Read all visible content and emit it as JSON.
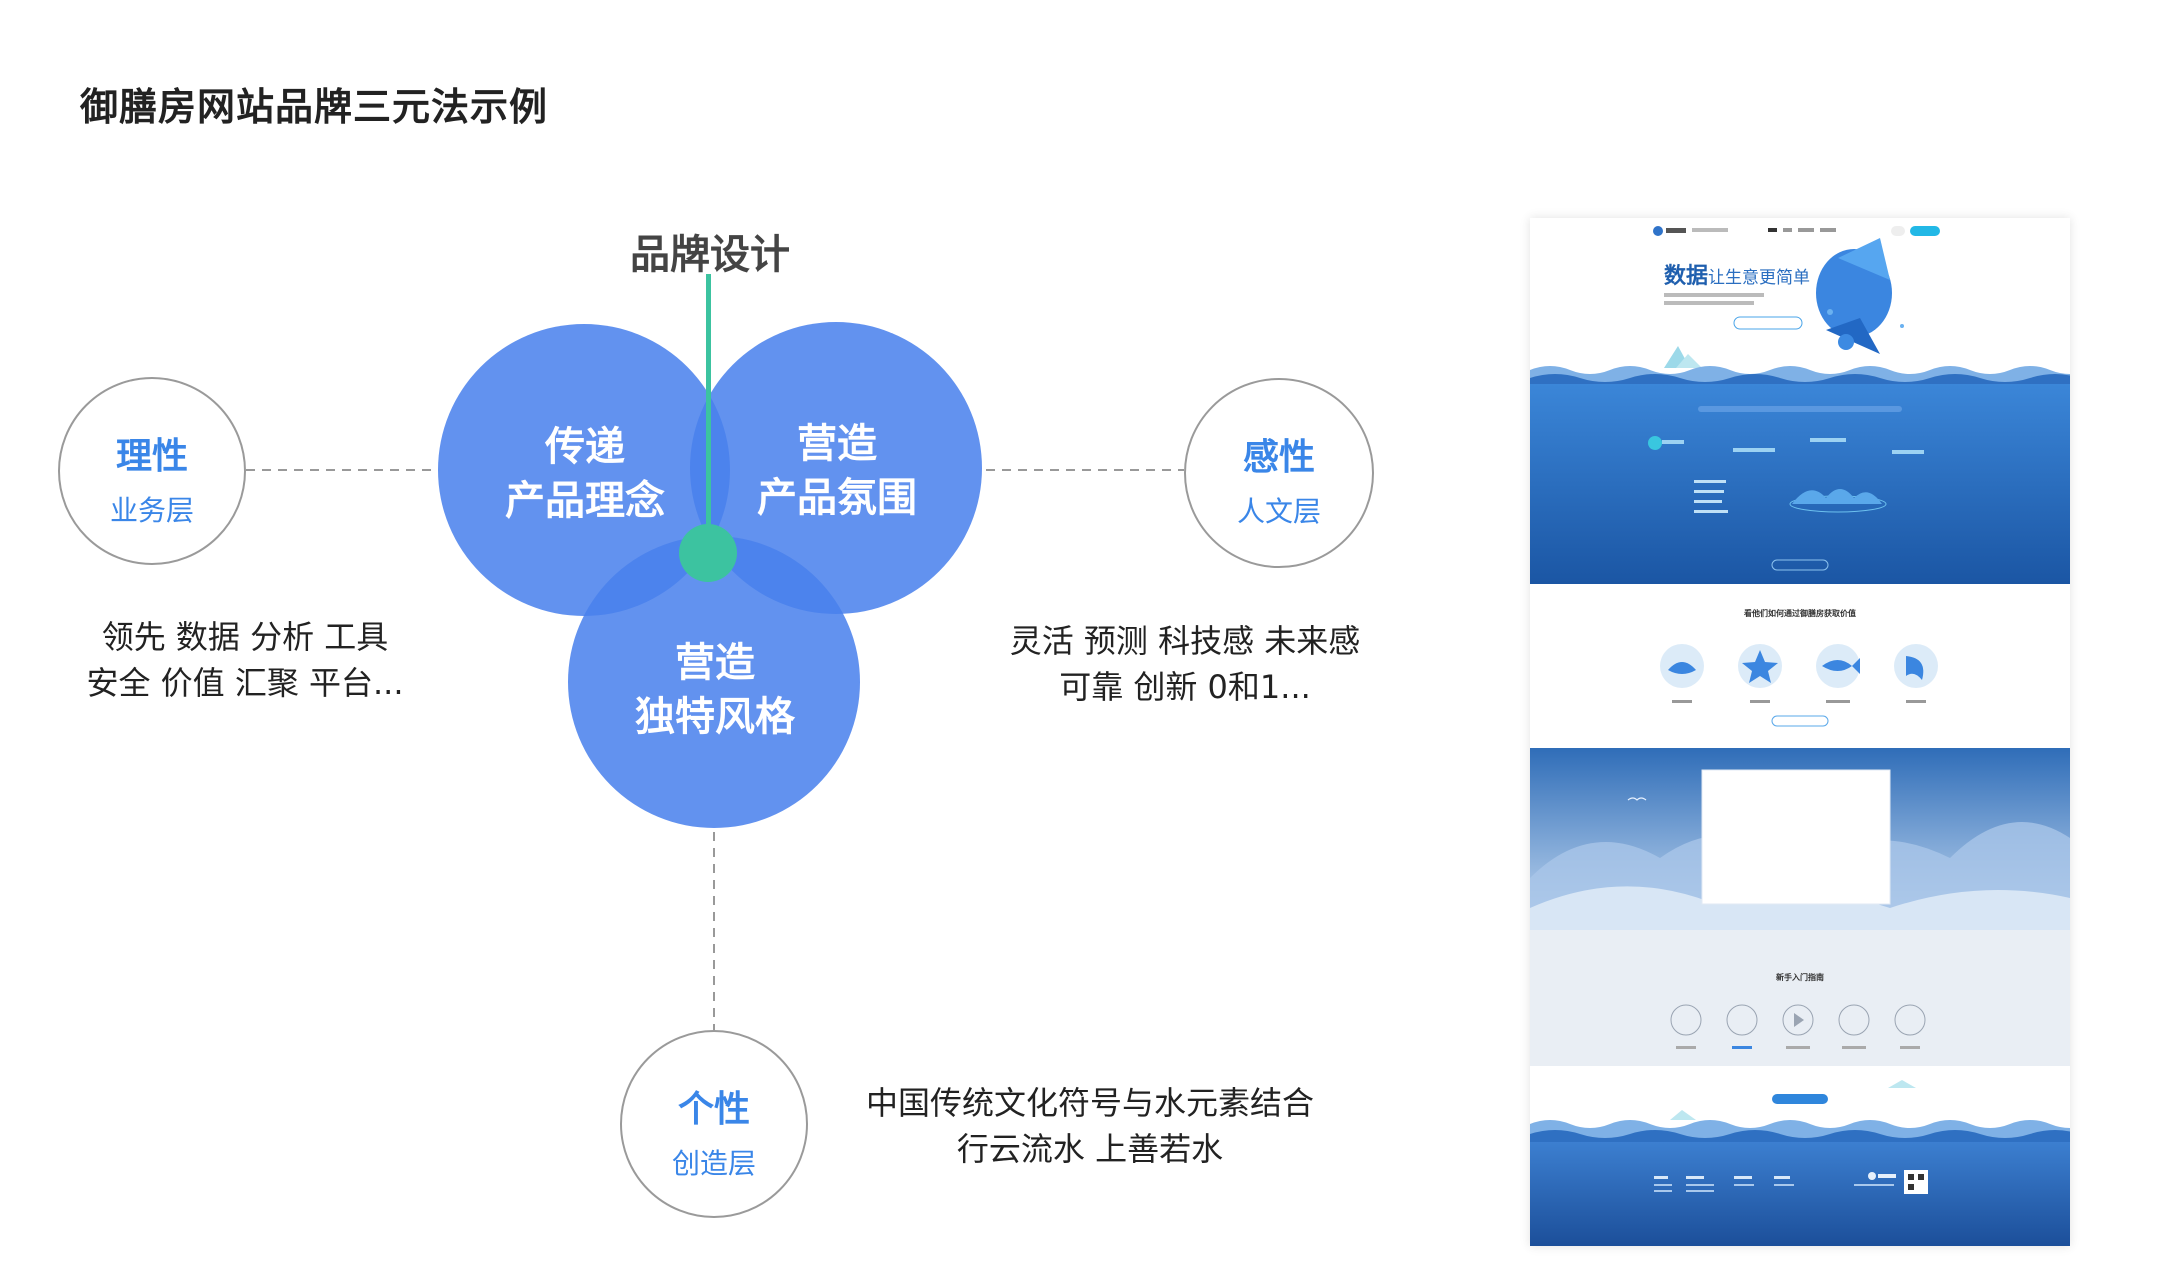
{
  "title": "御膳房网站品牌三元法示例",
  "center": {
    "label": "品牌设计",
    "circles": [
      {
        "line1": "传递",
        "line2": "产品理念"
      },
      {
        "line1": "营造",
        "line2": "产品氛围"
      },
      {
        "line1": "营造",
        "line2": "独特风格"
      }
    ]
  },
  "rational": {
    "title": "理性",
    "subtitle": "业务层",
    "desc1": "领先 数据 分析 工具",
    "desc2": "安全 价值 汇聚 平台..."
  },
  "emotional": {
    "title": "感性",
    "subtitle": "人文层",
    "desc1": "灵活 预测 科技感 未来感",
    "desc2": "可靠 创新 0和1..."
  },
  "individual": {
    "title": "个性",
    "subtitle": "创造层",
    "desc1": "中国传统文化符号与水元素结合",
    "desc2": "行云流水 上善若水"
  },
  "mock": {
    "hero_title": "数据",
    "hero_title_rest": "让生意更简单",
    "section2_title": "看他们如何通过御膳房获取价值",
    "section4_title": "新手入门指南",
    "colors": {
      "accent": "#4880ec",
      "deep_blue": "#1f5fae",
      "teal": "#3cc3a0"
    }
  },
  "colors": {
    "circle": "#4880ec",
    "ring_text": "#3a86e8",
    "connector": "#3cc3a0"
  }
}
